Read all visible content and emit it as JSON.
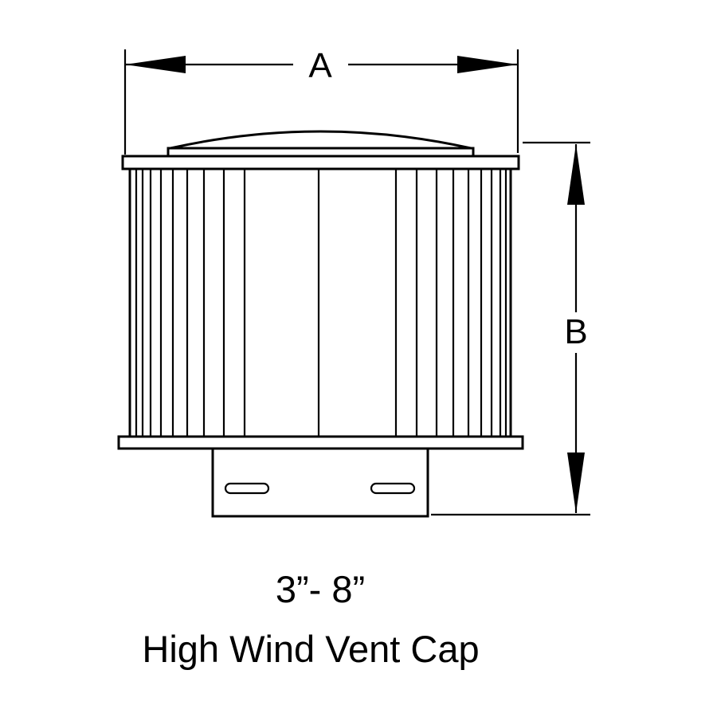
{
  "labels": {
    "dim_width": "A",
    "dim_height": "B"
  },
  "caption": {
    "size_range": "3”- 8”",
    "product_name": "High Wind Vent Cap"
  },
  "colors": {
    "line": "#000000",
    "background": "#ffffff"
  }
}
